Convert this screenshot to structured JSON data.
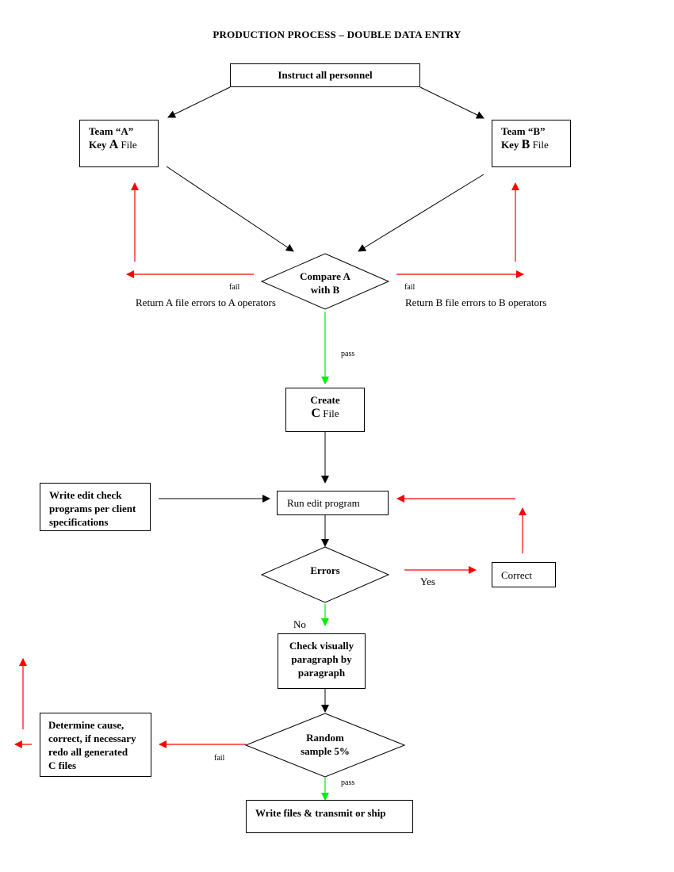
{
  "title": "PRODUCTION PROCESS – DOUBLE DATA ENTRY",
  "colors": {
    "flow": "#000000",
    "fail": "#ff0000",
    "pass": "#00ee00"
  },
  "nodes": {
    "instruct": "Instruct all  personnel",
    "team_a": {
      "line1": "Team  “A”",
      "key": "Key",
      "letter": "A",
      "file": "File"
    },
    "team_b": {
      "line1": "Team “B”",
      "key": "Key",
      "letter": "B",
      "file": "File"
    },
    "compare": {
      "line1": "Compare A",
      "line2": "with B"
    },
    "create_c": {
      "line1": "Create",
      "letter": "C",
      "file": "File"
    },
    "write_edit": {
      "line1": "Write edit check",
      "line2": "programs per client",
      "line3": "specifications"
    },
    "run_edit": "Run edit program",
    "errors": "Errors",
    "correct": "Correct",
    "check_visually": {
      "line1": "Check visually",
      "line2": "paragraph by",
      "line3": "paragraph"
    },
    "random": {
      "line1": "Random",
      "line2": "sample 5%"
    },
    "determine": {
      "line1": "Determine cause,",
      "line2": "correct, if necessary",
      "line3": "redo all generated",
      "line4": "C  files"
    },
    "write_files": "Write files & transmit or ship"
  },
  "labels": {
    "fail_left": "fail",
    "fail_right": "fail",
    "return_a": "Return A file errors to A operators",
    "return_b": "Return B file errors to B operators",
    "pass_compare": "pass",
    "yes": "Yes",
    "no": "No",
    "fail_random": "fail",
    "pass_random": "pass"
  }
}
